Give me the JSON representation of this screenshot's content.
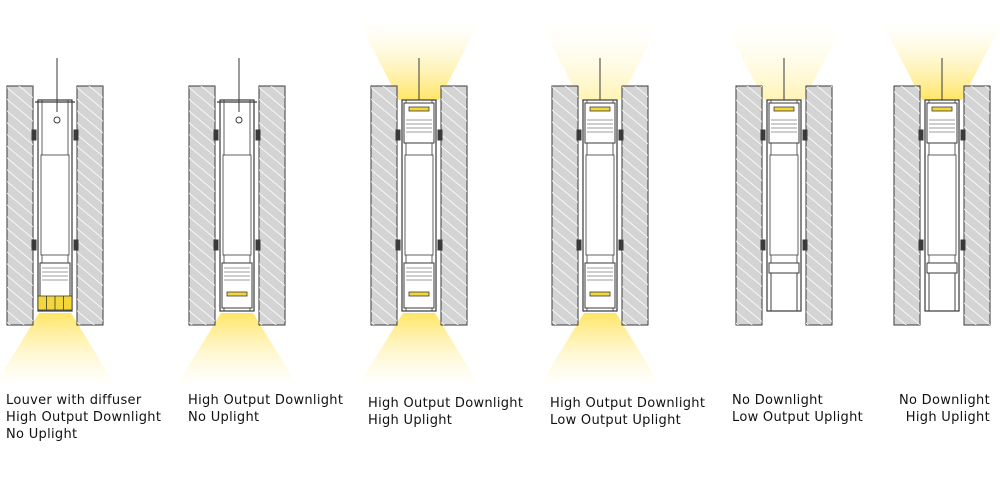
{
  "colors": {
    "wall": "#d4d4d4",
    "hatch": "#ffffff",
    "outline": "#3a3a3a",
    "light": "#fff2a0",
    "led": "#f3d63a"
  },
  "fixtures": [
    {
      "id": "louver-diffuser-downlight",
      "caption_lines": [
        "Louver with diffuser",
        "High Output Downlight",
        "No Uplight"
      ],
      "suspension": "pendant",
      "downlight": "high",
      "downlight_optic": "louver-with-diffuser",
      "uplight": "none"
    },
    {
      "id": "high-downlight",
      "caption_lines": [
        "High Output Downlight",
        "No Uplight"
      ],
      "suspension": "pendant",
      "downlight": "high",
      "uplight": "none"
    },
    {
      "id": "high-down-high-up",
      "caption_lines": [
        "High Output Downlight",
        "High Uplight"
      ],
      "suspension": "stem",
      "downlight": "high",
      "uplight": "high"
    },
    {
      "id": "high-down-low-up",
      "caption_lines": [
        "High Output Downlight",
        "Low Output Uplight"
      ],
      "suspension": "stem",
      "downlight": "high",
      "uplight": "low"
    },
    {
      "id": "low-up-only",
      "caption_lines": [
        "No Downlight",
        "Low Output Uplight"
      ],
      "suspension": "stem",
      "downlight": "none",
      "uplight": "low"
    },
    {
      "id": "high-up-only",
      "caption_lines": [
        "No Downlight",
        "High Uplight"
      ],
      "suspension": "stem",
      "downlight": "none",
      "uplight": "high"
    }
  ]
}
